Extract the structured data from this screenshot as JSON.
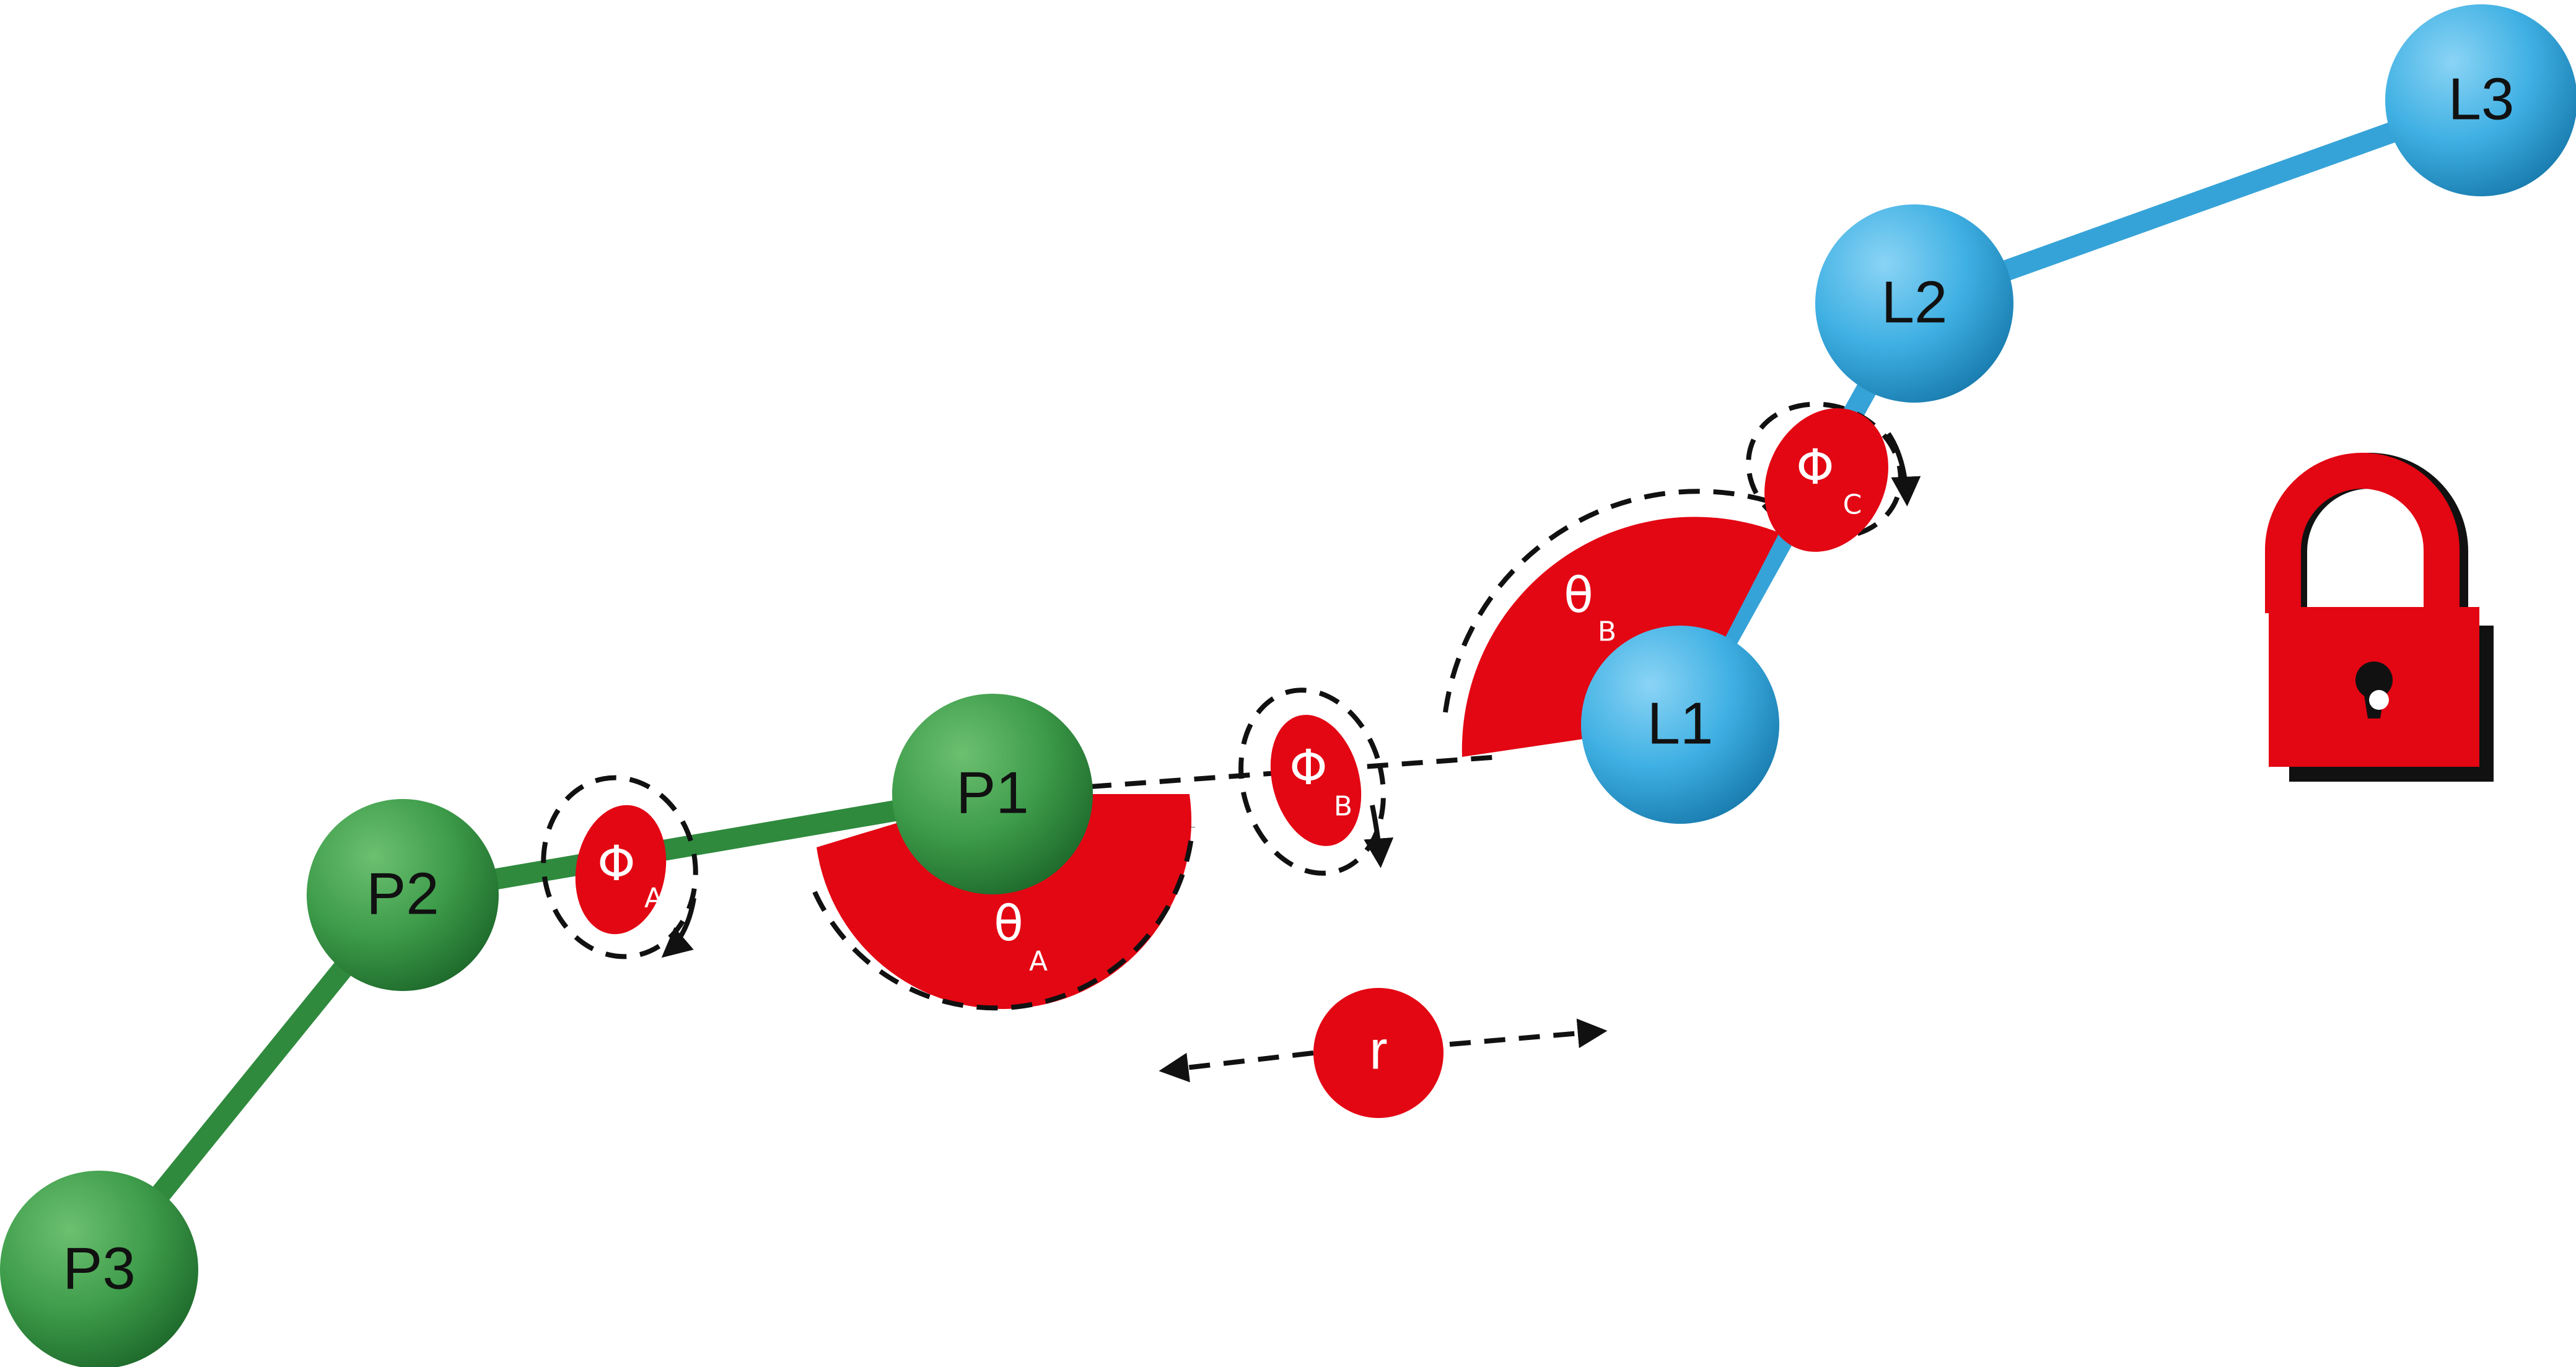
{
  "atoms": {
    "P1": {
      "label": "P1",
      "group": "protein"
    },
    "P2": {
      "label": "P2",
      "group": "protein"
    },
    "P3": {
      "label": "P3",
      "group": "protein"
    },
    "L1": {
      "label": "L1",
      "group": "ligand"
    },
    "L2": {
      "label": "L2",
      "group": "ligand"
    },
    "L3": {
      "label": "L3",
      "group": "ligand"
    }
  },
  "dofs": {
    "phi_a": {
      "symbol": "Φ",
      "sub": "A"
    },
    "phi_b": {
      "symbol": "Φ",
      "sub": "B"
    },
    "phi_c": {
      "symbol": "Φ",
      "sub": "C"
    },
    "theta_a": {
      "symbol": "θ",
      "sub": "A"
    },
    "theta_b": {
      "symbol": "θ",
      "sub": "B"
    },
    "r": {
      "symbol": "r"
    }
  },
  "colors": {
    "protein": "#3d9c4a",
    "protein_dark": "#1f6b2c",
    "ligand": "#3fb0e3",
    "ligand_dark": "#1a7db0",
    "restraint": "#e30613",
    "outline": "#111111",
    "background": "#ffffff"
  },
  "icons": {
    "lock": "padlock-icon"
  }
}
